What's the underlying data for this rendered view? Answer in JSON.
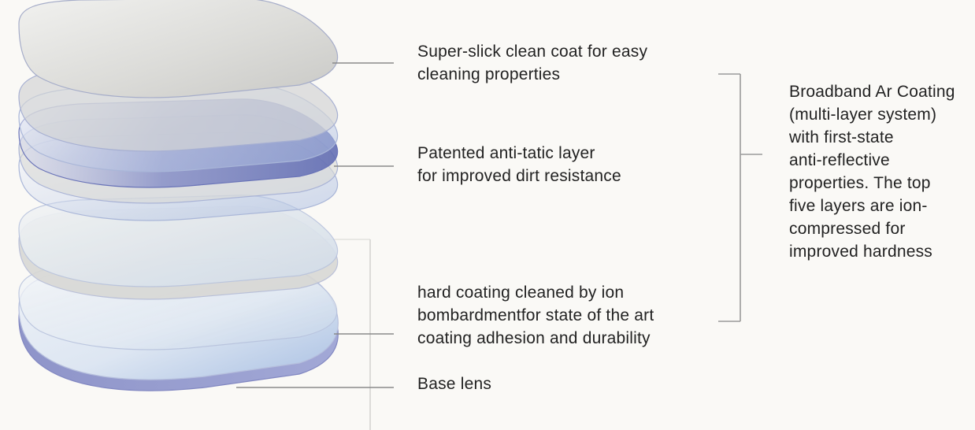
{
  "labels": {
    "clean_coat": [
      "Super-slick clean coat for easy",
      "cleaning properties"
    ],
    "anti_static": [
      "Patented anti-tatic layer",
      "for improved dirt resistance"
    ],
    "hard_coating": [
      "hard coating cleaned by ion",
      "bombardmentfor state of the art",
      "coating adhesion and durability"
    ],
    "base_lens": [
      "Base lens"
    ],
    "ar_coating": [
      "Broadband Ar Coating",
      "(multi-layer system)",
      "with first-state",
      "anti-reflective",
      "properties. The top",
      "five layers are ion-",
      "compressed for",
      "improved hardness"
    ]
  },
  "colors": {
    "background": "#faf9f6",
    "leader_line": "#8a8a8a",
    "bracket": "#9a9a9a",
    "clean_coat_fill": "#d8d8d6",
    "ar_layer_tint": "#6f79b8",
    "hard_coat_fill": "#e6ecf3",
    "base_lens_fill": "#9aa0cf",
    "base_lens_rim": "#8a90c4",
    "text": "#222222"
  },
  "icons": {
    "layers": "lens-layer-stack"
  }
}
